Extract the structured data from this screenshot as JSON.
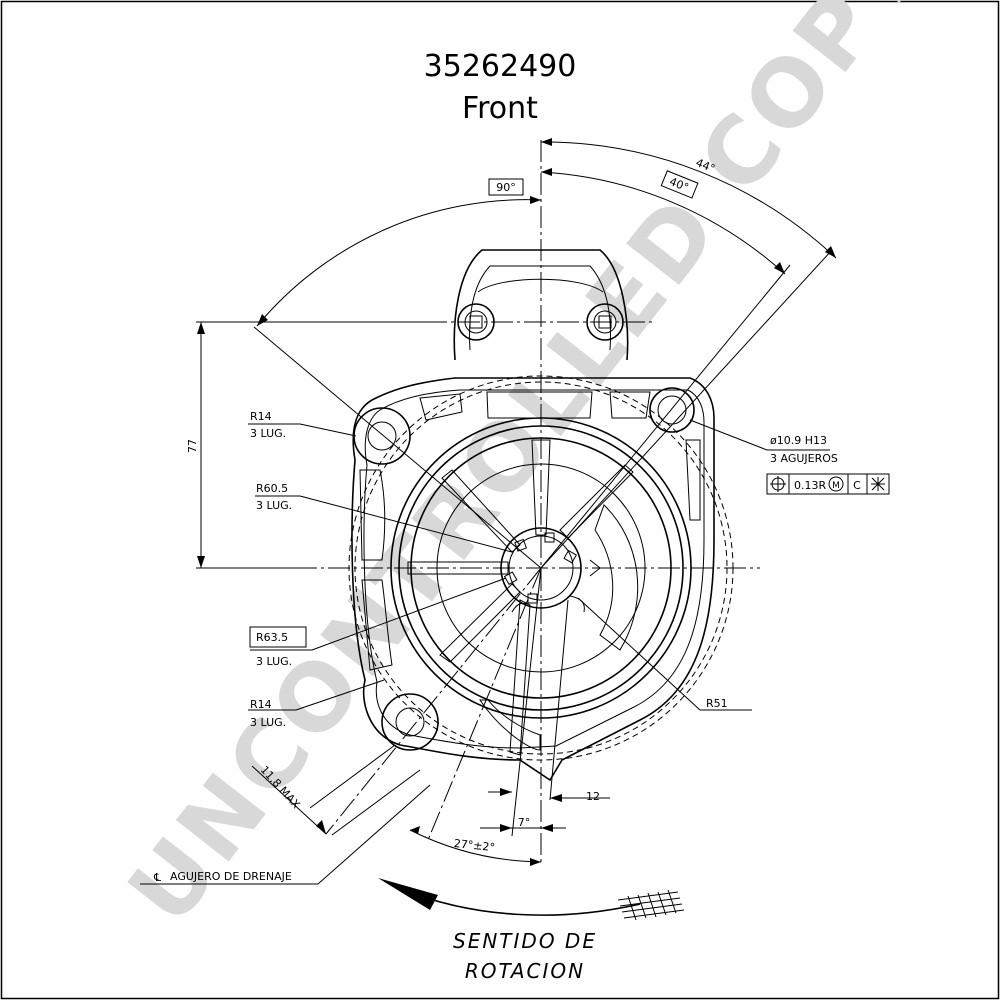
{
  "header": {
    "part_number": "35262490",
    "view": "Front"
  },
  "watermark": "UNCONTROLLED COPY",
  "angles": {
    "angle_90": "90°",
    "angle_44": "44°",
    "angle_40": "40°",
    "angle_27": "27°±2°",
    "angle_7": "7°"
  },
  "dimensions": {
    "height_77": "77",
    "offset_12": "12",
    "max_11_8": "11,8 MAX"
  },
  "callouts": {
    "r14_top": {
      "radius": "R14",
      "qty": "3 LUG."
    },
    "r60_5": {
      "radius": "R60.5",
      "qty": "3 LUG."
    },
    "r63_5": {
      "radius": "R63.5",
      "qty": "3 LUG."
    },
    "r14_bottom": {
      "radius": "R14",
      "qty": "3 LUG."
    },
    "r51": {
      "radius": "R51"
    },
    "holes": {
      "diameter": "ø10.9  H13",
      "qty": "3 AGUJEROS"
    },
    "tolerance_frame": {
      "value": "0.13R",
      "modifier": "M",
      "datum": "C"
    },
    "drain_hole": {
      "symbol": "℄",
      "label": "AGUJERO DE DRENAJE"
    }
  },
  "rotation": {
    "line1": "SENTIDO  DE",
    "line2": "ROTACION"
  }
}
